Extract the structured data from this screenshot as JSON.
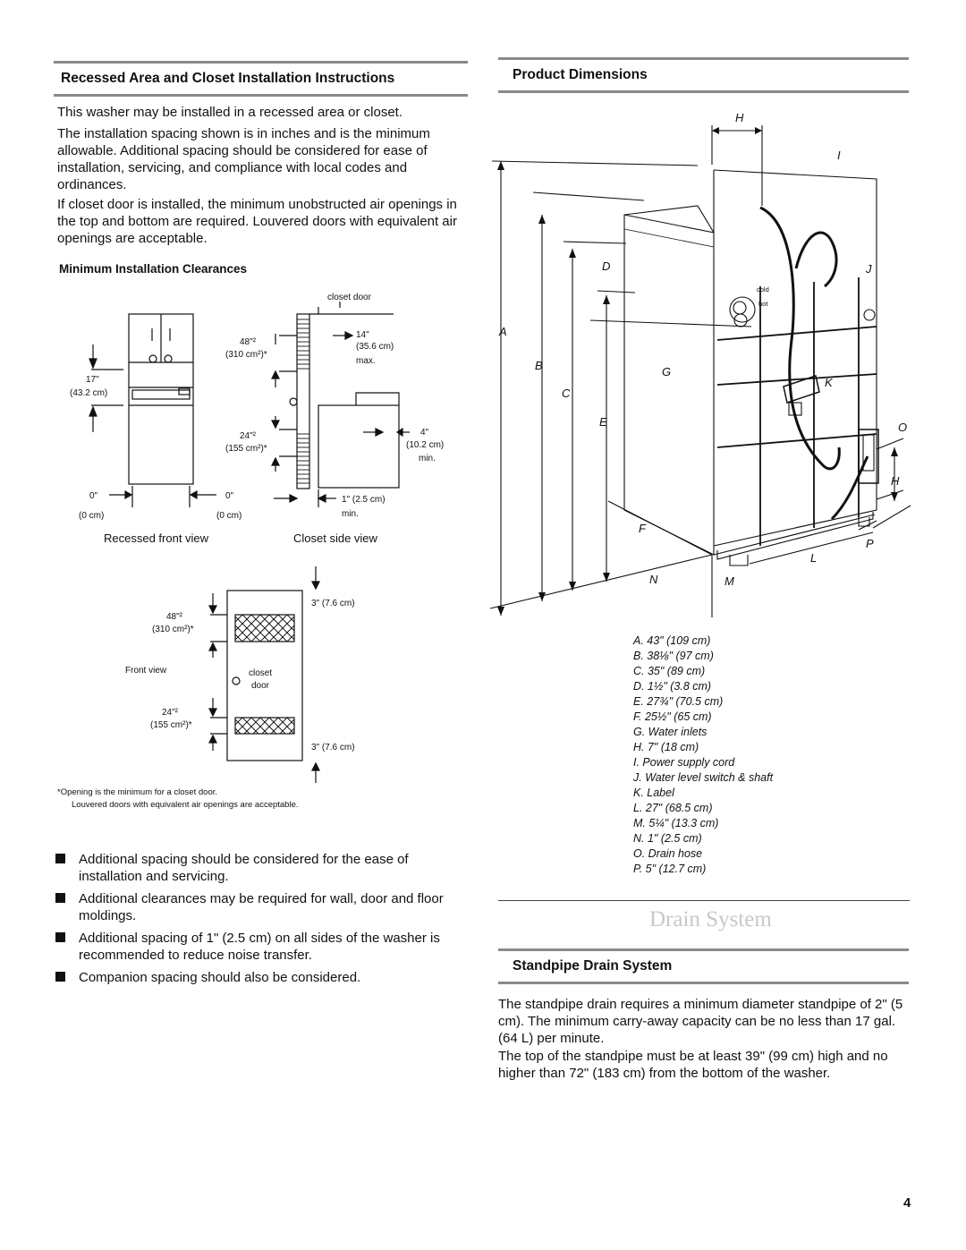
{
  "left_section": {
    "heading": "Recessed Area and Closet Installation Instructions",
    "paragraphs": [
      "This washer may be installed in a recessed area or closet.",
      "The installation spacing shown is in inches and is the minimum allowable. Additional spacing should be considered for ease of installation, servicing, and compliance with local codes and ordinances.",
      "If closet door is installed, the minimum unobstructed air openings in the top and bottom are required. Louvered doors with equivalent air openings are acceptable."
    ],
    "subheading": "Minimum Installation Clearances",
    "recessed_front": {
      "caption": "Recessed front view",
      "dim_17": "17\"",
      "dim_17_cm": "(43.2 cm)",
      "dim_0_left": "0\"",
      "dim_0_left_cm": "(0 cm)",
      "dim_0_right": "0\"",
      "dim_0_right_cm": "(0 cm)"
    },
    "closet_side": {
      "caption": "Closet side view",
      "closet_door": "closet door",
      "top_area": "48\"²",
      "top_area_cm": "(310 cm²)*",
      "bottom_area": "24\"²",
      "bottom_area_cm": "(155 cm²)*",
      "dim_14": "14\"",
      "dim_14_cm": "(35.6 cm)",
      "dim_14_max": "max.",
      "dim_4": "4\"",
      "dim_4_cm": "(10.2 cm)",
      "dim_4_min": "min.",
      "dim_1": "1\" (2.5 cm)",
      "dim_1_min": "min."
    },
    "closet_front": {
      "label": "Front view",
      "top_area": "48\"²",
      "top_area_cm": "(310 cm²)*",
      "bottom_area": "24\"²",
      "bottom_area_cm": "(155 cm²)*",
      "closet_door_1": "closet",
      "closet_door_2": "door",
      "dim_top": "3\" (7.6 cm)",
      "dim_bottom": "3\" (7.6 cm)"
    },
    "footnote_1": "*Opening is the minimum for a closet door.",
    "footnote_2": "Louvered doors with equivalent air openings are acceptable.",
    "bullets": [
      "Additional spacing should be considered for the ease of installation and servicing.",
      "Additional clearances may be required for wall, door and floor moldings.",
      "Additional spacing of 1\" (2.5 cm) on all sides of the washer is recommended to reduce noise transfer.",
      "Companion spacing should also be considered."
    ]
  },
  "right_section": {
    "heading": "Product Dimensions",
    "diagram_labels": {
      "A": "A",
      "B": "B",
      "C": "C",
      "D": "D",
      "E": "E",
      "F": "F",
      "G": "G",
      "H": "H",
      "I": "I",
      "J": "J",
      "K": "K",
      "L": "L",
      "M": "M",
      "N": "N",
      "O": "O",
      "P": "P",
      "cold": "cold",
      "hot": "hot"
    },
    "legend": [
      "A. 43\" (109 cm)",
      "B. 38⅛\" (97 cm)",
      "C. 35\" (89 cm)",
      "D. 1½\" (3.8 cm)",
      "E. 27¾\" (70.5 cm)",
      "F. 25½\" (65 cm)",
      "G. Water inlets",
      "H. 7\" (18 cm)",
      "I. Power supply cord",
      "J. Water level switch & shaft",
      "K. Label",
      "L. 27\" (68.5 cm)",
      "M. 5¼\" (13.3 cm)",
      "N. 1\" (2.5 cm)",
      "O. Drain hose",
      "P. 5\" (12.7 cm)"
    ]
  },
  "drain_section": {
    "title": "Drain System",
    "heading": "Standpipe Drain System",
    "paragraphs": [
      "The standpipe drain requires a minimum diameter standpipe of 2\" (5 cm). The minimum carry-away capacity can be no less than 17 gal. (64 L) per minute.",
      "The top of the standpipe must be at least 39\" (99 cm) high and no higher than 72\" (183 cm) from the bottom of the washer."
    ]
  },
  "page_number": "4"
}
